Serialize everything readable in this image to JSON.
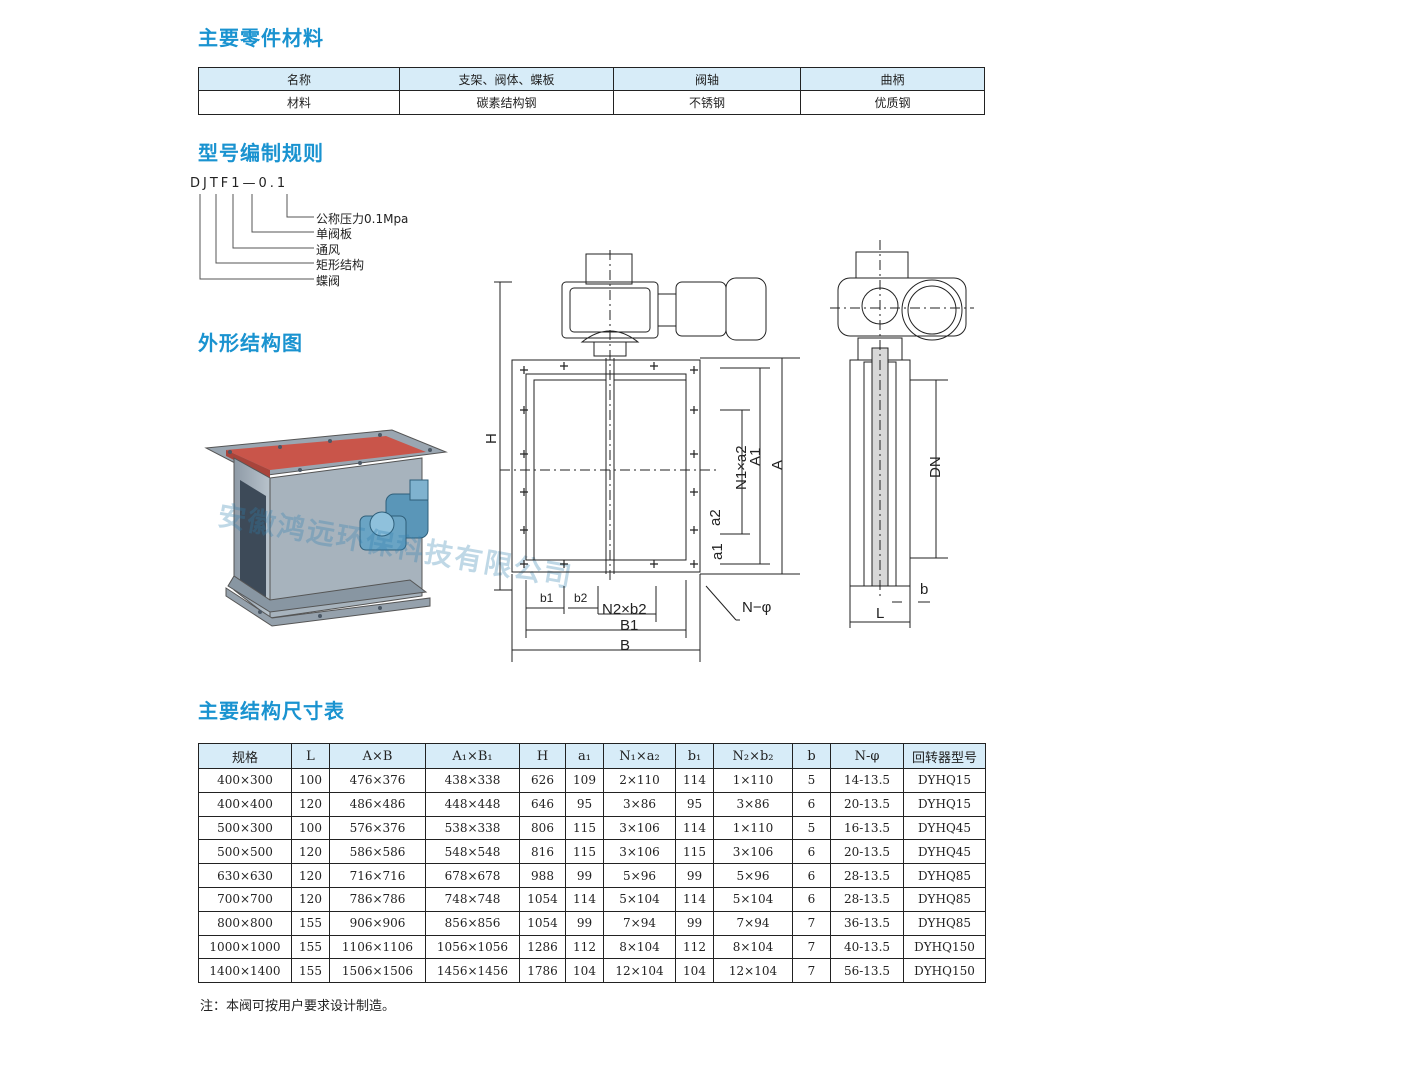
{
  "headings": {
    "materials": "主要零件材料",
    "model_rule": "型号编制规则",
    "outline": "外形结构图",
    "dimensions": "主要结构尺寸表"
  },
  "materials": {
    "header": [
      "名称",
      "支架、阀体、蝶板",
      "阀轴",
      "曲柄"
    ],
    "row": [
      "材料",
      "碳素结构钢",
      "不锈钢",
      "优质钢"
    ]
  },
  "model_code": {
    "code": "DJTF1—0.1",
    "labels": [
      "公称压力0.1Mpa",
      "单阀板",
      "通风",
      "矩形结构",
      "蝶阀"
    ]
  },
  "photo": {
    "watermark": "安徽鸿远环保科技有限公司"
  },
  "drawing": {
    "labels": {
      "H": "H",
      "N1a2": "N1×a2",
      "A1": "A1",
      "A": "A",
      "a2": "a2",
      "a1": "a1",
      "b1": "b1",
      "b2": "b2",
      "N2b2": "N2×b2",
      "B1": "B1",
      "B": "B",
      "Nphi": "N−φ",
      "DN": "DN",
      "L": "L",
      "b": "b"
    }
  },
  "dimensions": {
    "header": [
      "规格",
      "L",
      "A×B",
      "A₁×B₁",
      "H",
      "a₁",
      "N₁×a₂",
      "b₁",
      "N₂×b₂",
      "b",
      "N-φ",
      "回转器型号"
    ],
    "rows": [
      [
        "400×300",
        "100",
        "476×376",
        "438×338",
        "626",
        "109",
        "2×110",
        "114",
        "1×110",
        "5",
        "14-13.5",
        "DYHQ15"
      ],
      [
        "400×400",
        "120",
        "486×486",
        "448×448",
        "646",
        "95",
        "3×86",
        "95",
        "3×86",
        "6",
        "20-13.5",
        "DYHQ15"
      ],
      [
        "500×300",
        "100",
        "576×376",
        "538×338",
        "806",
        "115",
        "3×106",
        "114",
        "1×110",
        "5",
        "16-13.5",
        "DYHQ45"
      ],
      [
        "500×500",
        "120",
        "586×586",
        "548×548",
        "816",
        "115",
        "3×106",
        "115",
        "3×106",
        "6",
        "20-13.5",
        "DYHQ45"
      ],
      [
        "630×630",
        "120",
        "716×716",
        "678×678",
        "988",
        "99",
        "5×96",
        "99",
        "5×96",
        "6",
        "28-13.5",
        "DYHQ85"
      ],
      [
        "700×700",
        "120",
        "786×786",
        "748×748",
        "1054",
        "114",
        "5×104",
        "114",
        "5×104",
        "6",
        "28-13.5",
        "DYHQ85"
      ],
      [
        "800×800",
        "155",
        "906×906",
        "856×856",
        "1054",
        "99",
        "7×94",
        "99",
        "7×94",
        "7",
        "36-13.5",
        "DYHQ85"
      ],
      [
        "1000×1000",
        "155",
        "1106×1106",
        "1056×1056",
        "1286",
        "112",
        "8×104",
        "112",
        "8×104",
        "7",
        "40-13.5",
        "DYHQ150"
      ],
      [
        "1400×1400",
        "155",
        "1506×1506",
        "1456×1456",
        "1786",
        "104",
        "12×104",
        "104",
        "12×104",
        "7",
        "56-13.5",
        "DYHQ150"
      ]
    ]
  },
  "note": "注：本阀可按用户要求设计制造。"
}
